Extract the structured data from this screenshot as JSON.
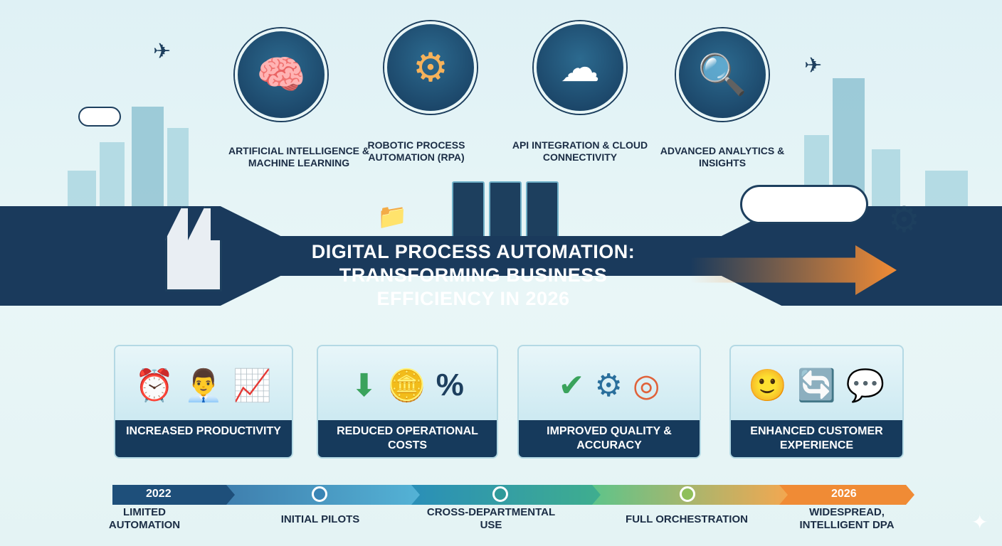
{
  "title": {
    "line1": "DIGITAL PROCESS AUTOMATION:",
    "line2": "TRANSFORMING BUSINESS",
    "line3": "EFFICIENCY IN 2026"
  },
  "technologies": [
    {
      "label": "ARTIFICIAL INTELLIGENCE & MACHINE LEARNING",
      "icon": "robot-brain-icon"
    },
    {
      "label": "ROBOTIC PROCESS AUTOMATION (RPA)",
      "icon": "gears-icon"
    },
    {
      "label": "API INTEGRATION & CLOUD CONNECTIVITY",
      "icon": "cloud-icon"
    },
    {
      "label": "ADVANCED ANALYTICS & INSIGHTS",
      "icon": "magnifier-chart-icon"
    }
  ],
  "benefits": [
    {
      "label": "INCREASED PRODUCTIVITY",
      "icons": [
        "⏰",
        "👨‍💼",
        "📈"
      ]
    },
    {
      "label": "REDUCED OPERATIONAL COSTS",
      "icons": [
        "⬇",
        "🪙",
        "%"
      ]
    },
    {
      "label": "IMPROVED QUALITY & ACCURACY",
      "icons": [
        "✔",
        "⚙",
        "◎"
      ]
    },
    {
      "label": "ENHANCED CUSTOMER EXPERIENCE",
      "icons": [
        "🙂",
        "🔄",
        "💬"
      ]
    }
  ],
  "timeline": {
    "start_year": "2022",
    "end_year": "2026",
    "stages": [
      "LIMITED AUTOMATION",
      "INITIAL PILOTS",
      "CROSS-DEPARTMENTAL USE",
      "FULL ORCHESTRATION",
      "WIDESPREAD, INTELLIGENT DPA"
    ],
    "colors": [
      "#1e4f7a",
      "#4aa6d0",
      "#2a8fb8",
      "#5ec48a",
      "#f08b35"
    ]
  }
}
